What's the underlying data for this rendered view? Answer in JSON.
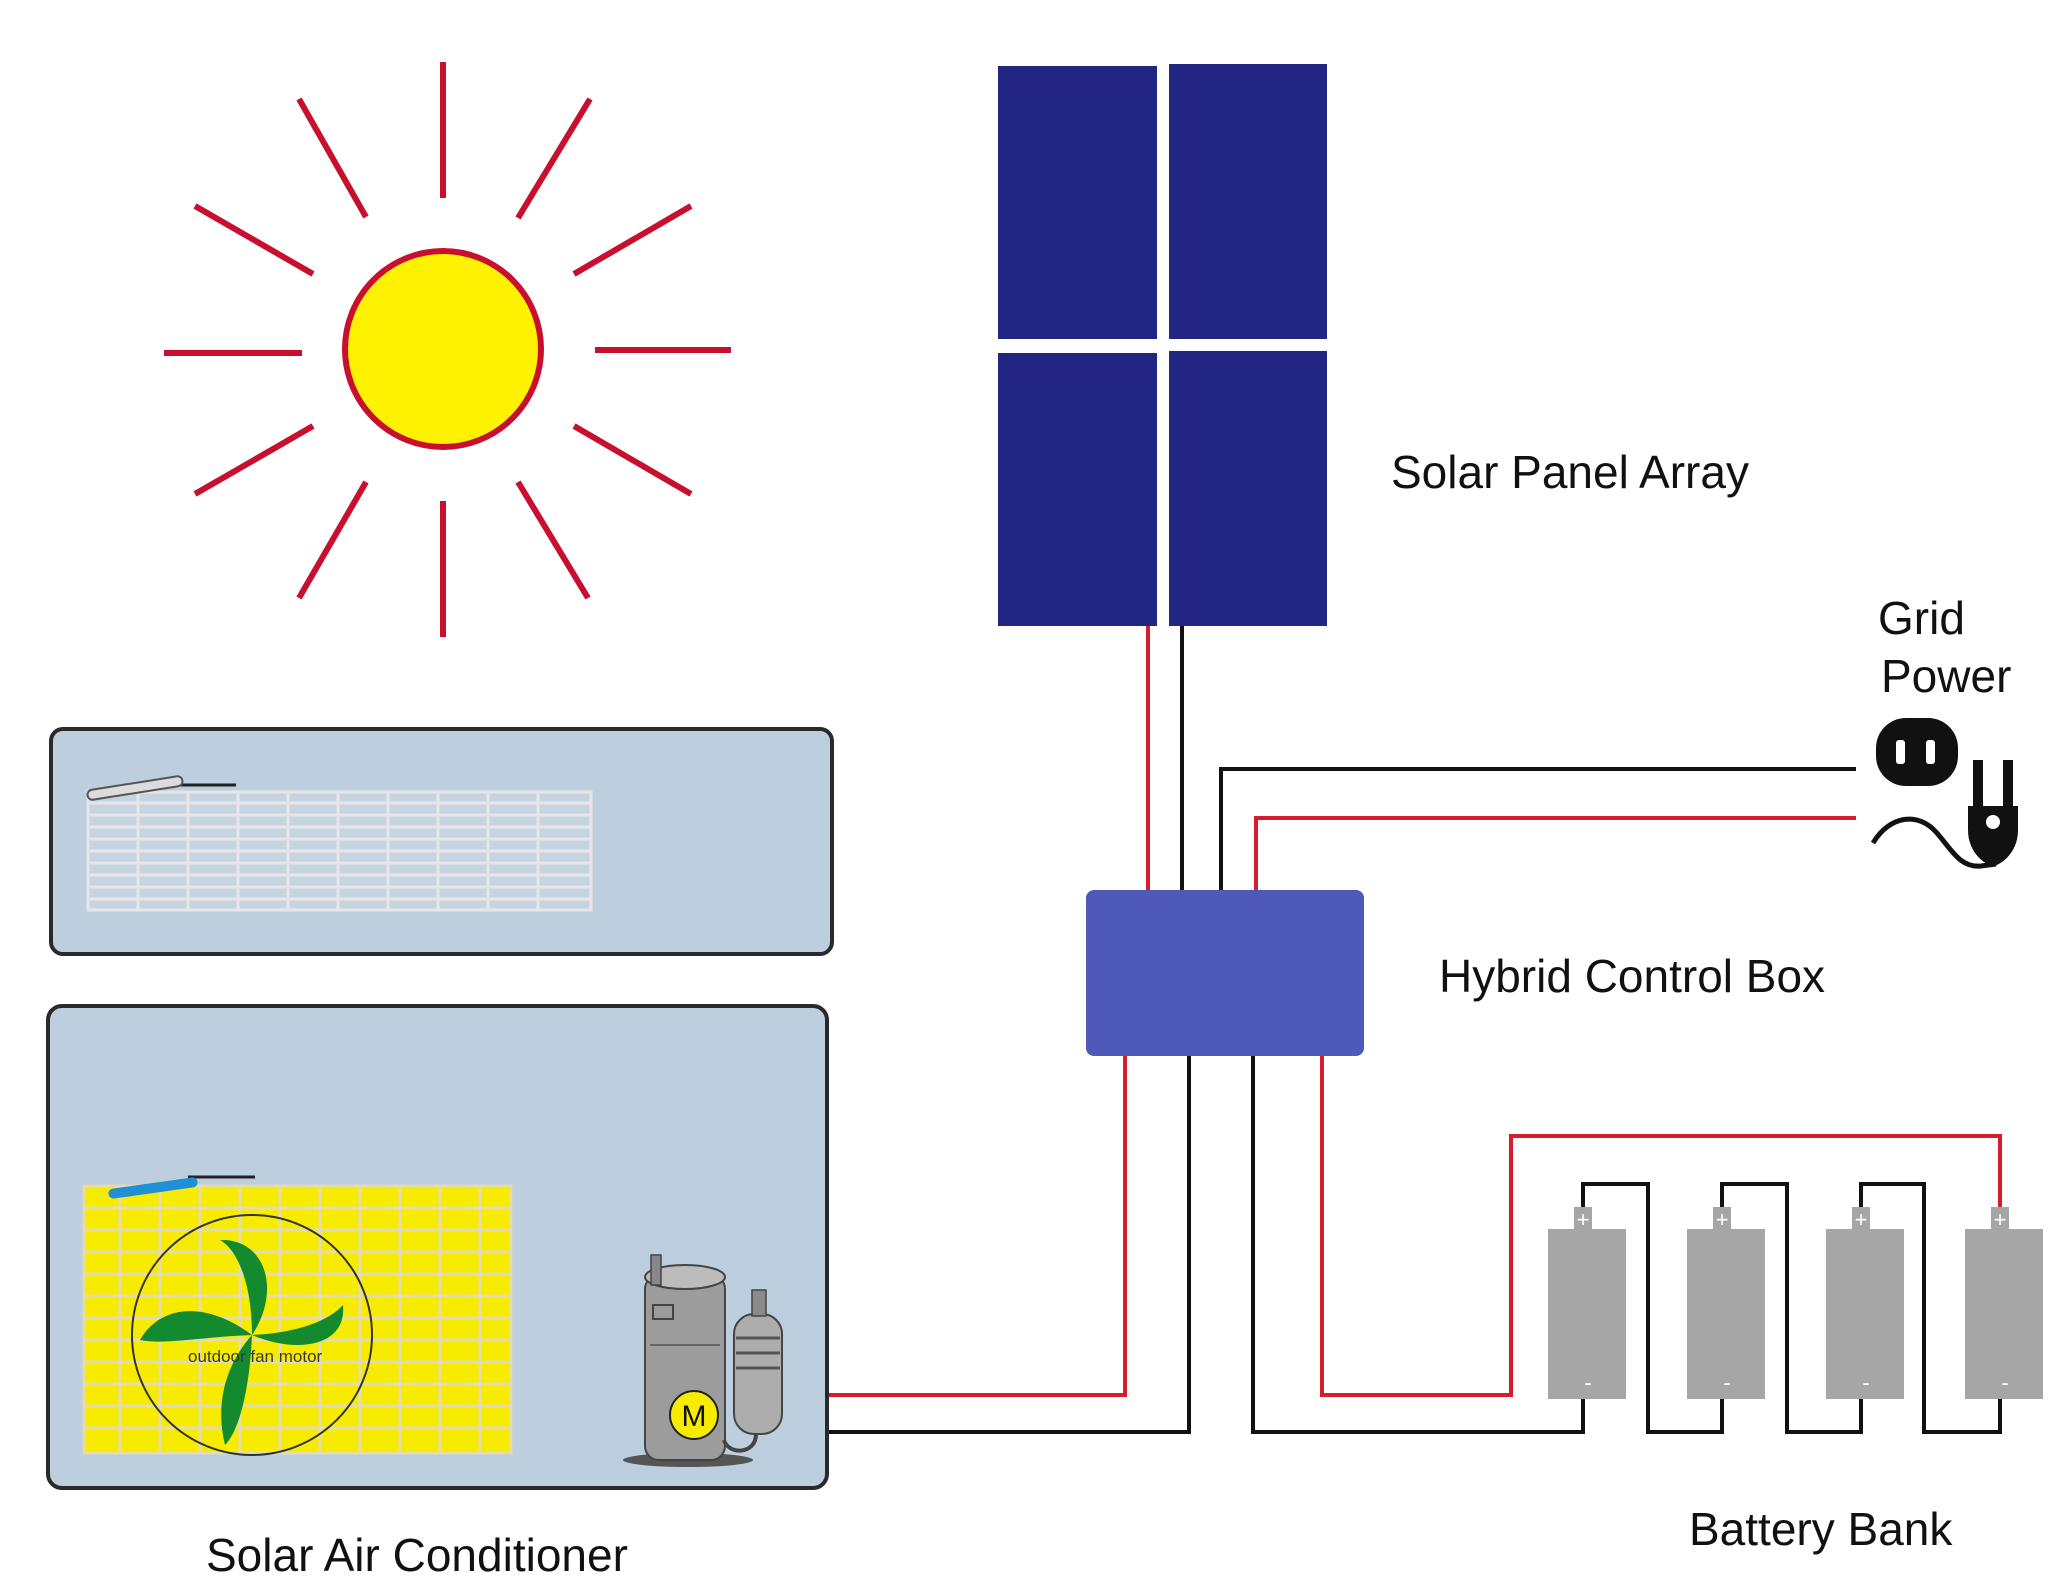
{
  "labels": {
    "solar_panel_array": "Solar Panel Array",
    "grid_line1": "Grid",
    "grid_line2": "Power",
    "hybrid_control_box": "Hybrid Control Box",
    "battery_bank": "Battery Bank",
    "solar_air_conditioner": "Solar Air Conditioner",
    "fan_motor": "outdoor fan motor",
    "compressor_motor": "M",
    "battery_plus": "+",
    "battery_minus": "-"
  },
  "colors": {
    "sun_fill": "#fff200",
    "sun_outline": "#c8102e",
    "sun_rays": "#c8102e",
    "solar_panel": "#232583",
    "control_box": "#4f5ab8",
    "unit_body": "#bdcede",
    "coil_yellow": "#f7ec00",
    "fan_blade": "#138a2e",
    "battery": "#a6a6a6",
    "wire_positive": "#d51d2b",
    "wire_negative": "#111111"
  },
  "icons": [
    "sun-icon",
    "solar-panel-icon",
    "grid-outlet-icon",
    "plug-icon",
    "control-box-icon",
    "battery-icon",
    "fan-icon",
    "compressor-icon"
  ]
}
